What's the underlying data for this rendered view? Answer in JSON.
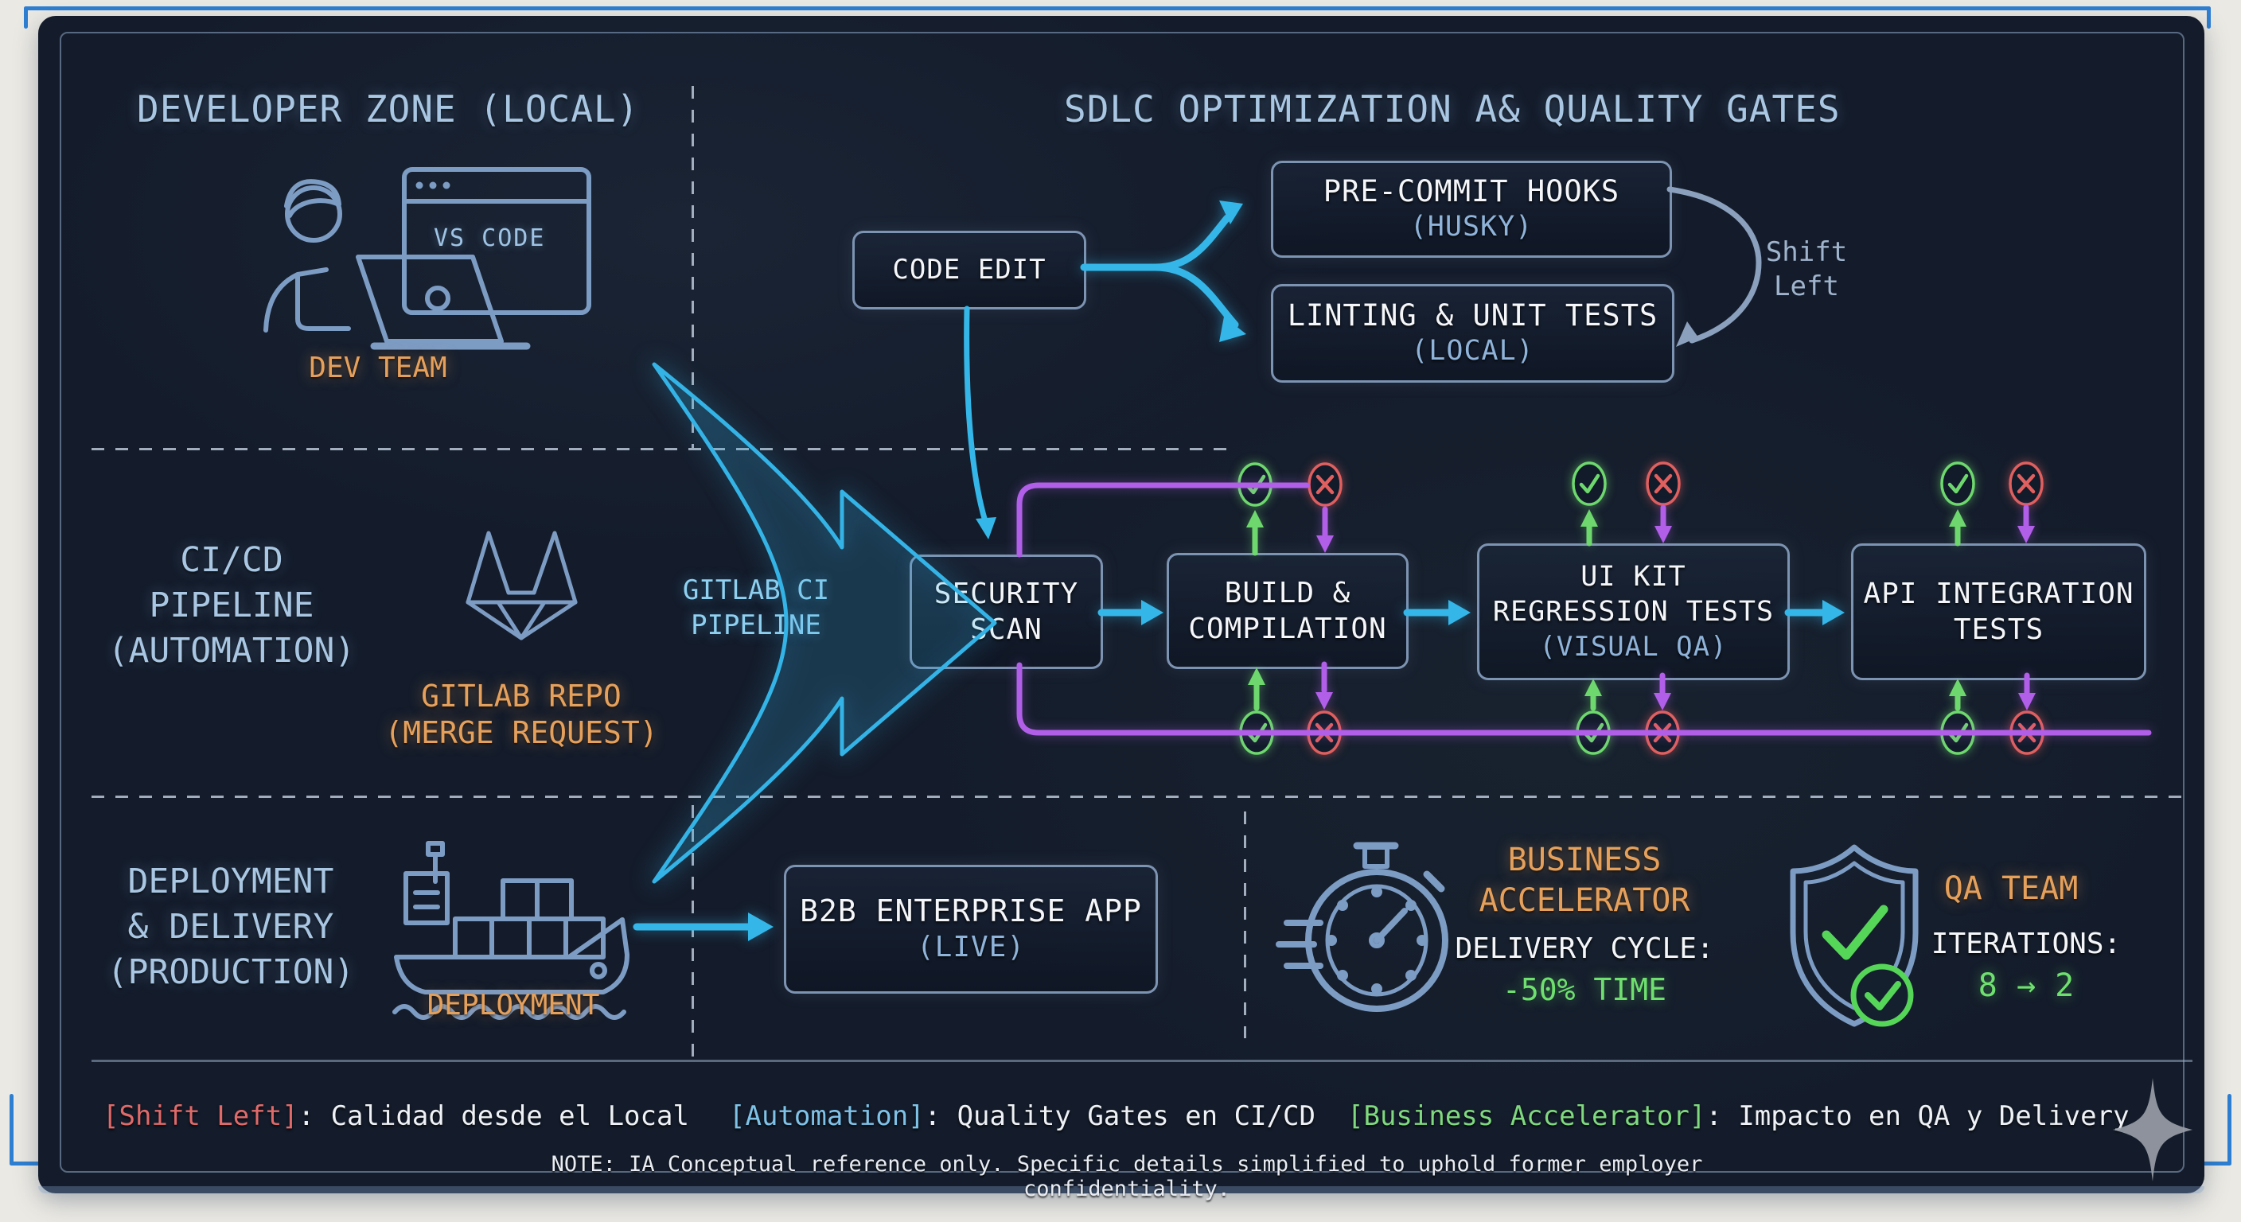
{
  "header": {
    "developer_zone_title": "DEVELOPER ZONE (LOCAL)",
    "sdlc_title": "SDLC OPTIMIZATION A& QUALITY GATES"
  },
  "developer_zone": {
    "vs_code_label": "VS CODE",
    "dev_team_label": "DEV TEAM"
  },
  "local_flow": {
    "code_edit": "CODE EDIT",
    "pre_commit_title": "PRE-COMMIT HOOKS",
    "pre_commit_sub": "(HUSKY)",
    "linting_title": "LINTING & UNIT TESTS",
    "linting_sub": "(LOCAL)",
    "shift_left_line1": "Shift",
    "shift_left_line2": "Left"
  },
  "cicd_zone": {
    "title_line1": "CI/CD",
    "title_line2": "PIPELINE",
    "title_line3": "(AUTOMATION)",
    "gitlab_repo_line1": "GITLAB REPO",
    "gitlab_repo_line2": "(MERGE REQUEST)",
    "big_arrow_line1": "GITLAB CI",
    "big_arrow_line2": "PIPELINE"
  },
  "pipeline": {
    "security_line1": "SECURITY",
    "security_line2": "SCAN",
    "build_line1": "BUILD &",
    "build_line2": "COMPILATION",
    "uikit_line1": "UI KIT",
    "uikit_line2": "REGRESSION TESTS",
    "uikit_sub": "(VISUAL QA)",
    "api_line1": "API INTEGRATION",
    "api_line2": "TESTS"
  },
  "deployment_zone": {
    "title_line1": "DEPLOYMENT",
    "title_line2": "& DELIVERY",
    "title_line3": "(PRODUCTION)",
    "deployment_label": "DEPLOYMENT",
    "b2b_title": "B2B ENTERPRISE APP",
    "b2b_sub": "(LIVE)"
  },
  "metrics": {
    "business_line1": "BUSINESS",
    "business_line2": "ACCELERATOR",
    "delivery_label": "DELIVERY CYCLE:",
    "delivery_value": "-50% TIME",
    "qa_title": "QA TEAM",
    "qa_label": "ITERATIONS:",
    "qa_value": "8 → 2"
  },
  "legend": {
    "items": [
      {
        "tag": "[Shift Left]",
        "desc": ": Calidad desde el Local",
        "color": "#e06a6a"
      },
      {
        "tag": "[Automation]",
        "desc": ": Quality Gates en CI/CD",
        "color": "#7fc2e8"
      },
      {
        "tag": "[Business Accelerator]",
        "desc": ": Impacto en QA y Delivery",
        "color": "#7fd97f"
      }
    ],
    "note": "NOTE: IA Conceptual reference only. Specific details simplified to uphold former employer confidentiality."
  },
  "colors": {
    "panel_bg": "#141c2b",
    "accent_cyan": "#35b6e8",
    "accent_purple": "#b15ee8",
    "accent_green": "#6ed86e",
    "accent_red": "#e05f5f",
    "accent_orange": "#e5a05c",
    "text_blue": "#a9c6e2",
    "steel_border": "#7d93b2",
    "frame_blue": "#2e7fd2"
  }
}
